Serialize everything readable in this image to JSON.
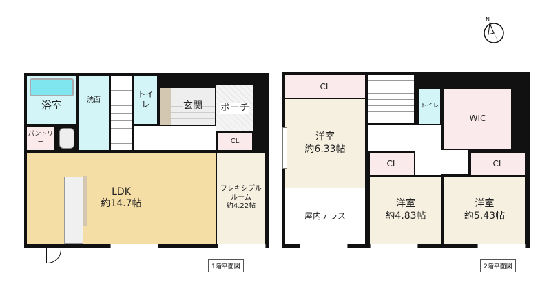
{
  "floor1": {
    "caption": "1階平面図",
    "rooms": {
      "bath": "浴室",
      "wash": "洗面",
      "toilet": "トイレ",
      "entrance": "玄関",
      "porch": "ポーチ",
      "closet": "CL",
      "pantry": "パントリー",
      "ldk": "LDK\n約14.7帖",
      "flex": "フレキシブル\nルーム\n約4.22帖"
    }
  },
  "floor2": {
    "caption": "2階平面図",
    "rooms": {
      "cl_a": "CL",
      "room_a": "洋室\n約6.33帖",
      "terrace": "屋内テラス",
      "toilet": "トイレ",
      "wic": "WIC",
      "cl_b": "CL",
      "room_b": "洋室\n約4.83帖",
      "cl_c": "CL",
      "room_c": "洋室\n約5.43帖"
    }
  },
  "compass": {
    "label": "N",
    "icon": "north-arrow-icon"
  },
  "colors": {
    "wet": "#d3f5f8",
    "closet": "#fbeaec",
    "ldk": "#f5dea6",
    "room": "#f6f0e0"
  }
}
